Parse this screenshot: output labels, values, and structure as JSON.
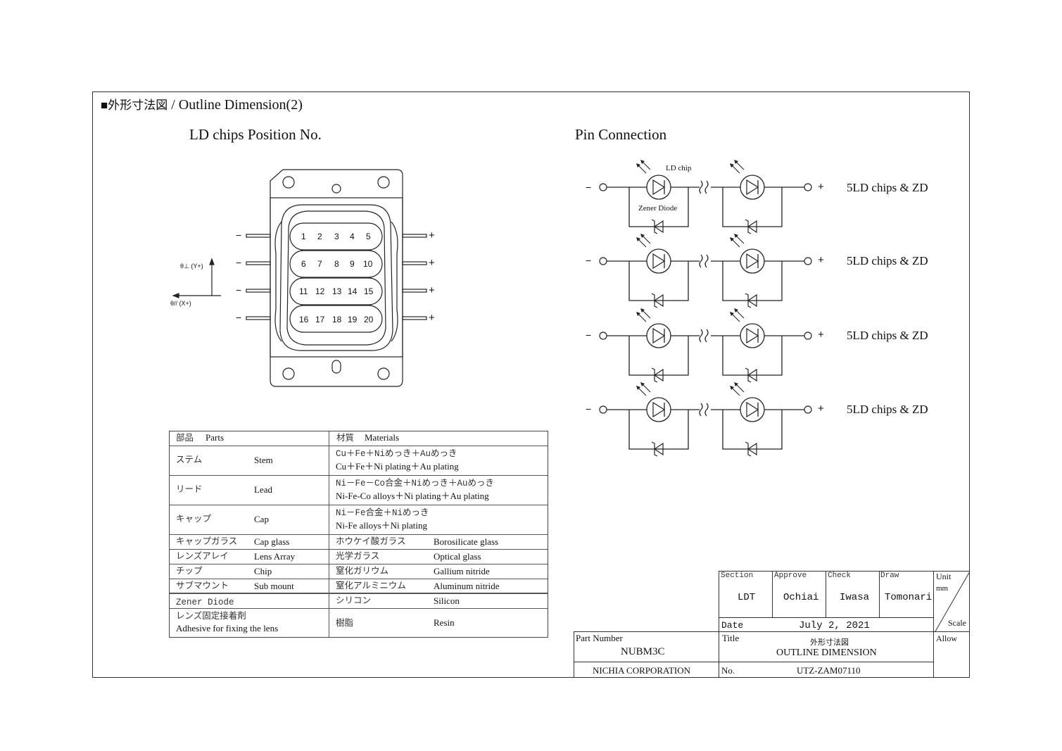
{
  "header": {
    "title_jp": "■外形寸法図",
    "title_sep": " / ",
    "title_en": "Outline Dimension(2)"
  },
  "chips": {
    "title": "LD chips Position No.",
    "rows": [
      [
        "1",
        "2",
        "3",
        "4",
        "5"
      ],
      [
        "6",
        "7",
        "8",
        "9",
        "10"
      ],
      [
        "11",
        "12",
        "13",
        "14",
        "15"
      ],
      [
        "16",
        "17",
        "18",
        "19",
        "20"
      ]
    ],
    "minus": "−",
    "plus": "+",
    "axis_y": "θ⊥ (Y+)",
    "axis_x": "θ// (X+)"
  },
  "pins": {
    "title": "Pin Connection",
    "ld_label": "LD chip",
    "zener_label": "Zener Diode",
    "minus": "−",
    "plus": "+",
    "rows": [
      "5LD chips & ZD",
      "5LD chips & ZD",
      "5LD chips & ZD",
      "5LD chips & ZD"
    ]
  },
  "parts": {
    "header": {
      "col1_jp": "部品",
      "col1_en": "Parts",
      "col2_jp": "材質",
      "col2_en": "Materials"
    },
    "rows": [
      {
        "jp": "ステム",
        "en": "Stem",
        "mat_jp": "Cu＋Fe＋Niめっき＋Auめっき",
        "mat_en": "Cu＋Fe＋Ni plating＋Au plating"
      },
      {
        "jp": "リード",
        "en": "Lead",
        "mat_jp": "Ni－Fe－Co合金＋Niめっき＋Auめっき",
        "mat_en": "Ni-Fe-Co alloys＋Ni plating＋Au plating"
      },
      {
        "jp": "キャップ",
        "en": "Cap",
        "mat_jp": "Ni－Fe合金＋Niめっき",
        "mat_en": "Ni-Fe alloys＋Ni plating"
      },
      {
        "jp": "キャップガラス",
        "en": "Cap glass",
        "mat_jp": "ホウケイ酸ガラス",
        "mat_en": "Borosilicate glass"
      },
      {
        "jp": "レンズアレイ",
        "en": "Lens Array",
        "mat_jp": "光学ガラス",
        "mat_en": "Optical glass"
      },
      {
        "jp": "チップ",
        "en": "Chip",
        "mat_jp": "窒化ガリウム",
        "mat_en": "Gallium nitride"
      },
      {
        "jp": "サブマウント",
        "en": "Sub mount",
        "mat_jp": "窒化アルミニウム",
        "mat_en": "Aluminum nitride"
      },
      {
        "jp": "Zener Diode",
        "en": "",
        "mat_jp": "シリコン",
        "mat_en": "Silicon"
      },
      {
        "jp": "レンズ固定接着剤",
        "en": "Adhesive for fixing the lens",
        "mat_jp": "樹脂",
        "mat_en": "Resin"
      }
    ]
  },
  "titleblock": {
    "section_label": "Section",
    "section": "LDT",
    "approve_label": "Approve",
    "approve": "Ochiai",
    "check_label": "Check",
    "check": "Iwasa",
    "draw_label": "Draw",
    "draw": "Tomonari",
    "unit_label": "Unit",
    "unit": "mm",
    "scale_label": "Scale",
    "date_label": "Date",
    "date": "July 2, 2021",
    "part_number_label": "Part Number",
    "part_number": "NUBM3C",
    "title_label": "Title",
    "title_jp": "外形寸法図",
    "title_en": "OUTLINE DIMENSION",
    "allow_label": "Allow",
    "company": "NICHIA CORPORATION",
    "no_label": "No.",
    "no": "UTZ-ZAM07110"
  }
}
